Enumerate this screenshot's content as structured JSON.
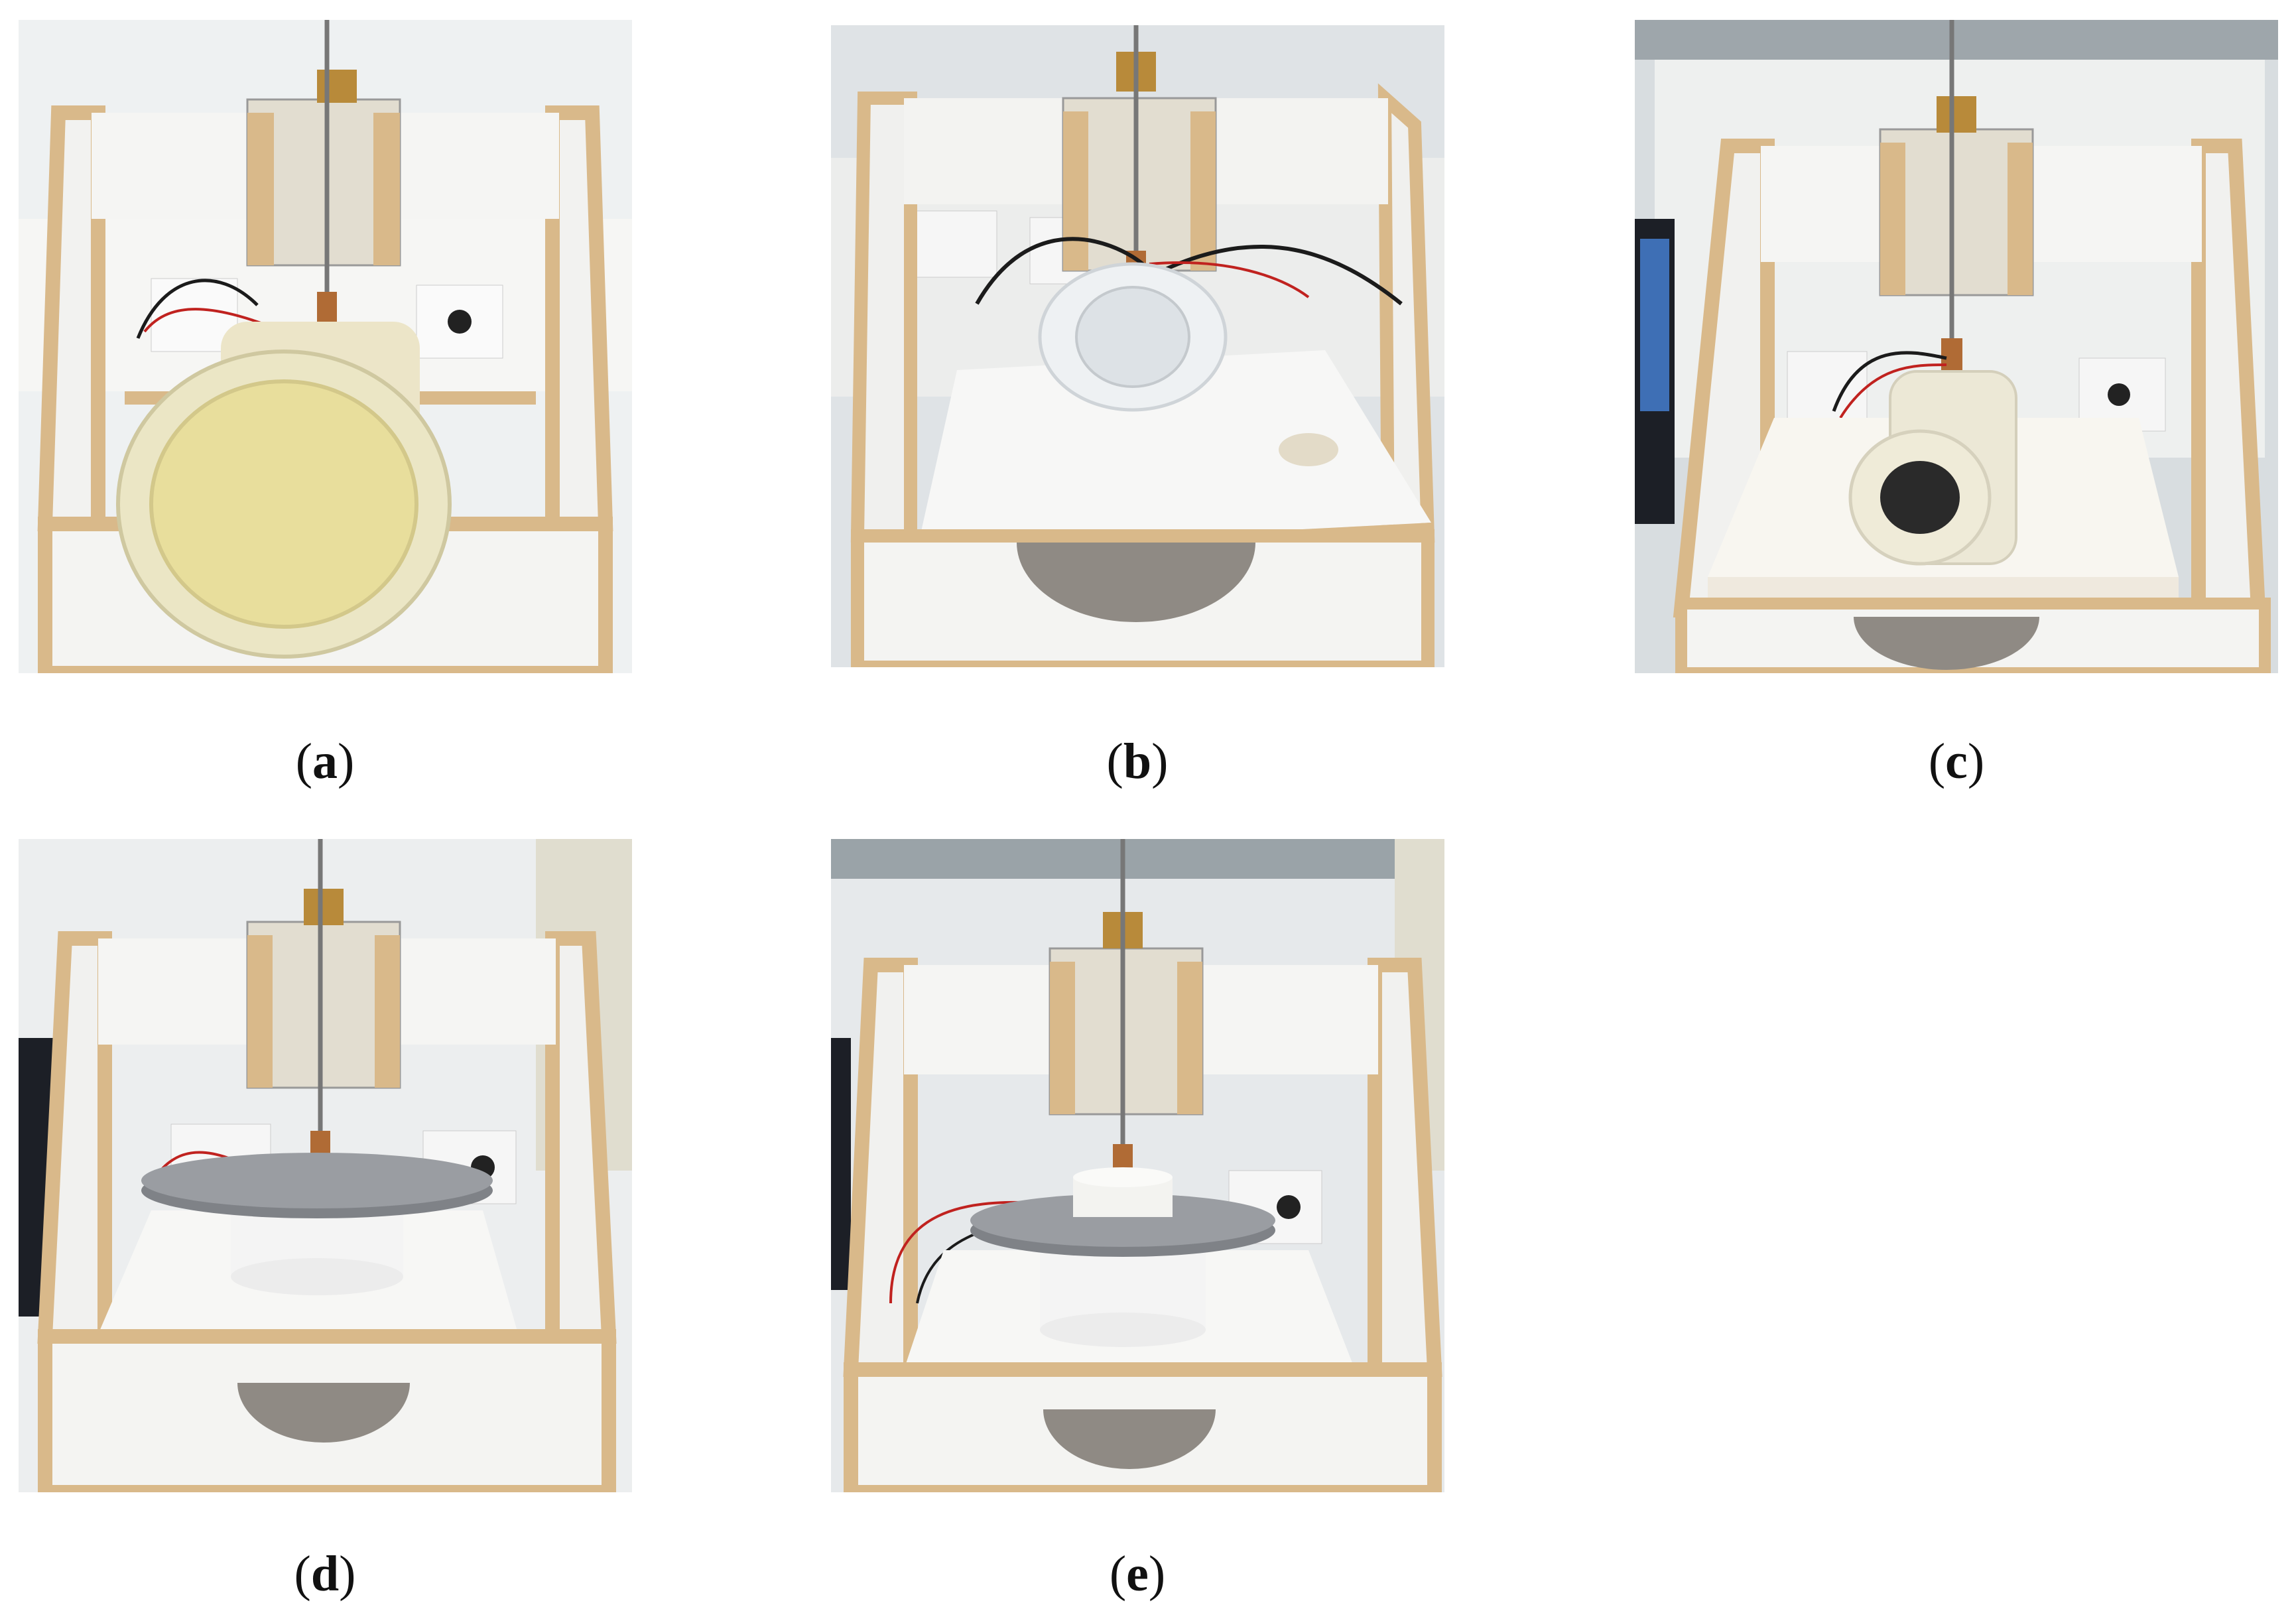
{
  "figure": {
    "panels": [
      {
        "label": "a",
        "sample": "large-tube-upright"
      },
      {
        "label": "b",
        "sample": "short-ring-on-board"
      },
      {
        "label": "c",
        "sample": "tube-on-board"
      },
      {
        "label": "d",
        "sample": "cylinder-with-grey-plate"
      },
      {
        "label": "e",
        "sample": "stacked-cylinder-with-grey-plate"
      }
    ],
    "colors": {
      "chipboard": "#d9b98a",
      "chipboard_dark": "#b8935f",
      "white_panel": "#f3f3f2",
      "wall": "#e8ecef",
      "brass": "#b88a3a",
      "acrylic": "#d8d4c8",
      "grey_plate": "#8e9196",
      "cable_red": "#c0221f",
      "cable_black": "#1b1b1b"
    }
  }
}
